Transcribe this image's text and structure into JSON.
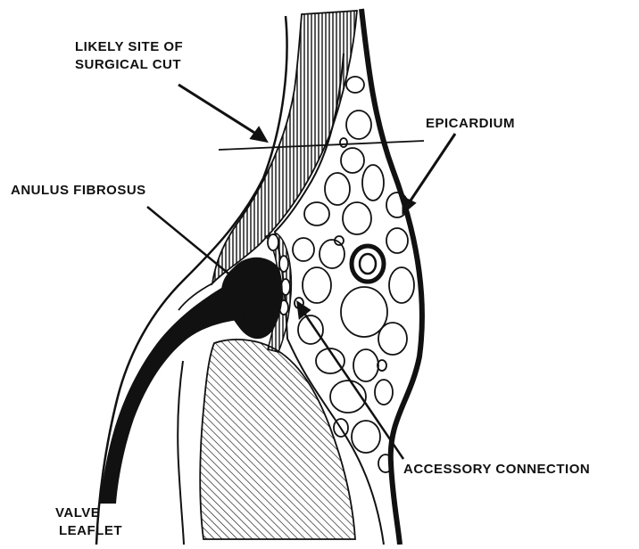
{
  "labels": {
    "surgical_cut_line1": "LIKELY SITE OF",
    "surgical_cut_line2": "SURGICAL CUT",
    "epicardium": "EPICARDIUM",
    "anulus_fibrosus": "ANULUS FIBROSUS",
    "accessory_connection": "ACCESSORY CONNECTION",
    "valve_line1": "VALVE",
    "valve_line2": "LEAFLET"
  },
  "colors": {
    "ink": "#111111",
    "paper": "#ffffff"
  }
}
